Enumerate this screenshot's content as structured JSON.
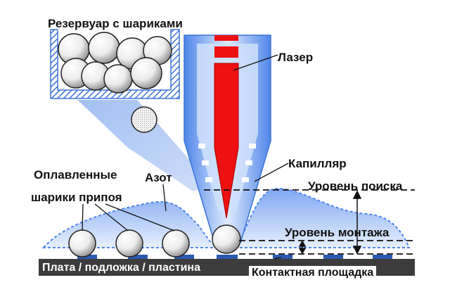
{
  "labels": {
    "reservoir": "Резервуар с шариками",
    "laser": "Лазер",
    "capillary": "Капилляр",
    "nitrogen": "Азот",
    "melted_line1": "Оплавленные",
    "melted_line2": "шарики припоя",
    "search_level": "Уровень поиска",
    "mount_level": "Уровень монтажа",
    "board": "Плата / подложка / пластина",
    "contact_pad": "Контактная площадка"
  },
  "colors": {
    "capillary_blue": "#6f9ff0",
    "capillary_light": "#d8e6fb",
    "laser_red": "#ee1111",
    "board_dark": "#3c3c3c",
    "pad_blue": "#2a5ab0",
    "hatch": "#3d73d8"
  },
  "icons": {
    "solder_ball": "white-sphere",
    "laser_beam": "red-cone",
    "arrow": "double-headed-arrow"
  }
}
